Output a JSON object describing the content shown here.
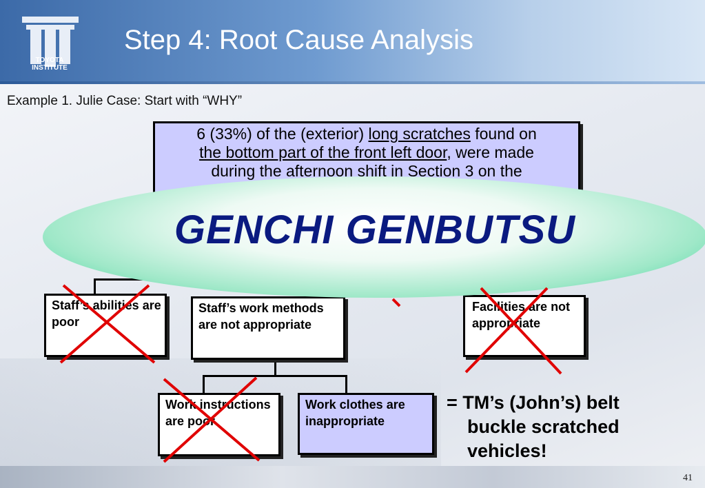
{
  "header": {
    "title": "Step 4: Root Cause Analysis",
    "logo_text_line1": "TOYOTA",
    "logo_text_line2": "INSTITUTE"
  },
  "subtitle": "Example 1. Julie Case: Start with “WHY”",
  "top_box": {
    "part1": "6 (33%) of the (exterior) ",
    "part2": "long scratches",
    "part3": " found on ",
    "part4": "the bottom part of the front left door",
    "part5": ", were made ",
    "part6": "during the afternoon shift in Section 3 on the"
  },
  "overlay_label": "GENCHI GENBUTSU",
  "causes": {
    "abilities": "Staff’s abilities are poor",
    "methods": "Staff’s work methods are not appropriate",
    "facilities": "Facilities are not appropriate",
    "instructions": "Work instructions are poor",
    "clothes": "Work clothes are inappropriate"
  },
  "answer": {
    "line1": "= TM’s (John’s) belt",
    "line2": "buckle scratched",
    "line3": "vehicles!"
  },
  "page_number": "41",
  "colors": {
    "cross": "#e00000",
    "box_fill": "#ccccff",
    "genchi_text": "#0a1a80",
    "ellipse_edge": "#2fcf97"
  }
}
